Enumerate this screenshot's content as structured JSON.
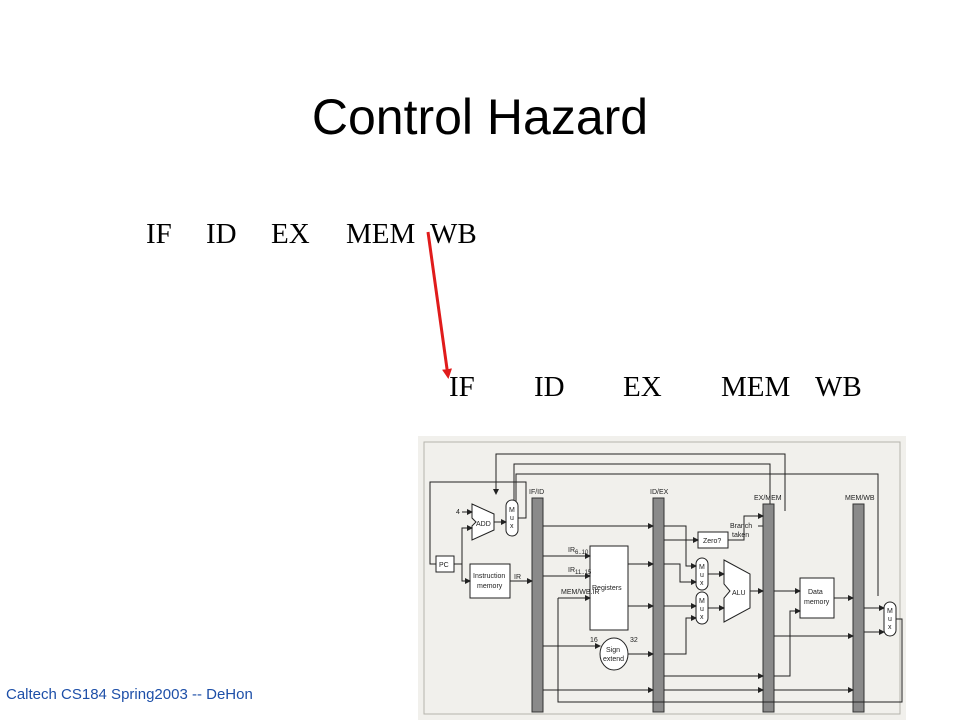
{
  "slide": {
    "title": "Control Hazard",
    "footer": "Caltech CS184 Spring2003 -- DeHon"
  },
  "pipeline_rows": [
    {
      "stages": [
        "IF",
        "ID",
        "EX",
        "MEM",
        "WB"
      ]
    },
    {
      "stages": [
        "IF",
        "ID",
        "EX",
        "MEM",
        "WB"
      ]
    }
  ],
  "diagram": {
    "pipeline_registers": [
      "IF/ID",
      "ID/EX",
      "EX/MEM",
      "MEM/WB"
    ],
    "blocks": {
      "pc": "PC",
      "add": "ADD",
      "add_const": "4",
      "instruction_memory": [
        "Instruction",
        "memory"
      ],
      "registers": "Registers",
      "alu": "ALU",
      "data_memory": [
        "Data",
        "memory"
      ],
      "sign_extend": [
        "Sign",
        "extend"
      ],
      "zero_test": "Zero?",
      "branch_taken": [
        "Branch",
        "taken"
      ],
      "mux": [
        "M",
        "u",
        "x"
      ]
    },
    "labels": {
      "ir": "IR",
      "ir_6_10": "IR",
      "ir_6_10_sub": "6..10",
      "ir_11_15": "IR",
      "ir_11_15_sub": "11..15",
      "mem_wb_ir": "MEM/WB.IR",
      "width_16": "16",
      "width_32": "32"
    }
  },
  "colors": {
    "arrow": "#e01b1b",
    "footer": "#1d4fa8",
    "figure_bg": "#f1f0ec",
    "bar_fill": "#8a8a8a"
  }
}
